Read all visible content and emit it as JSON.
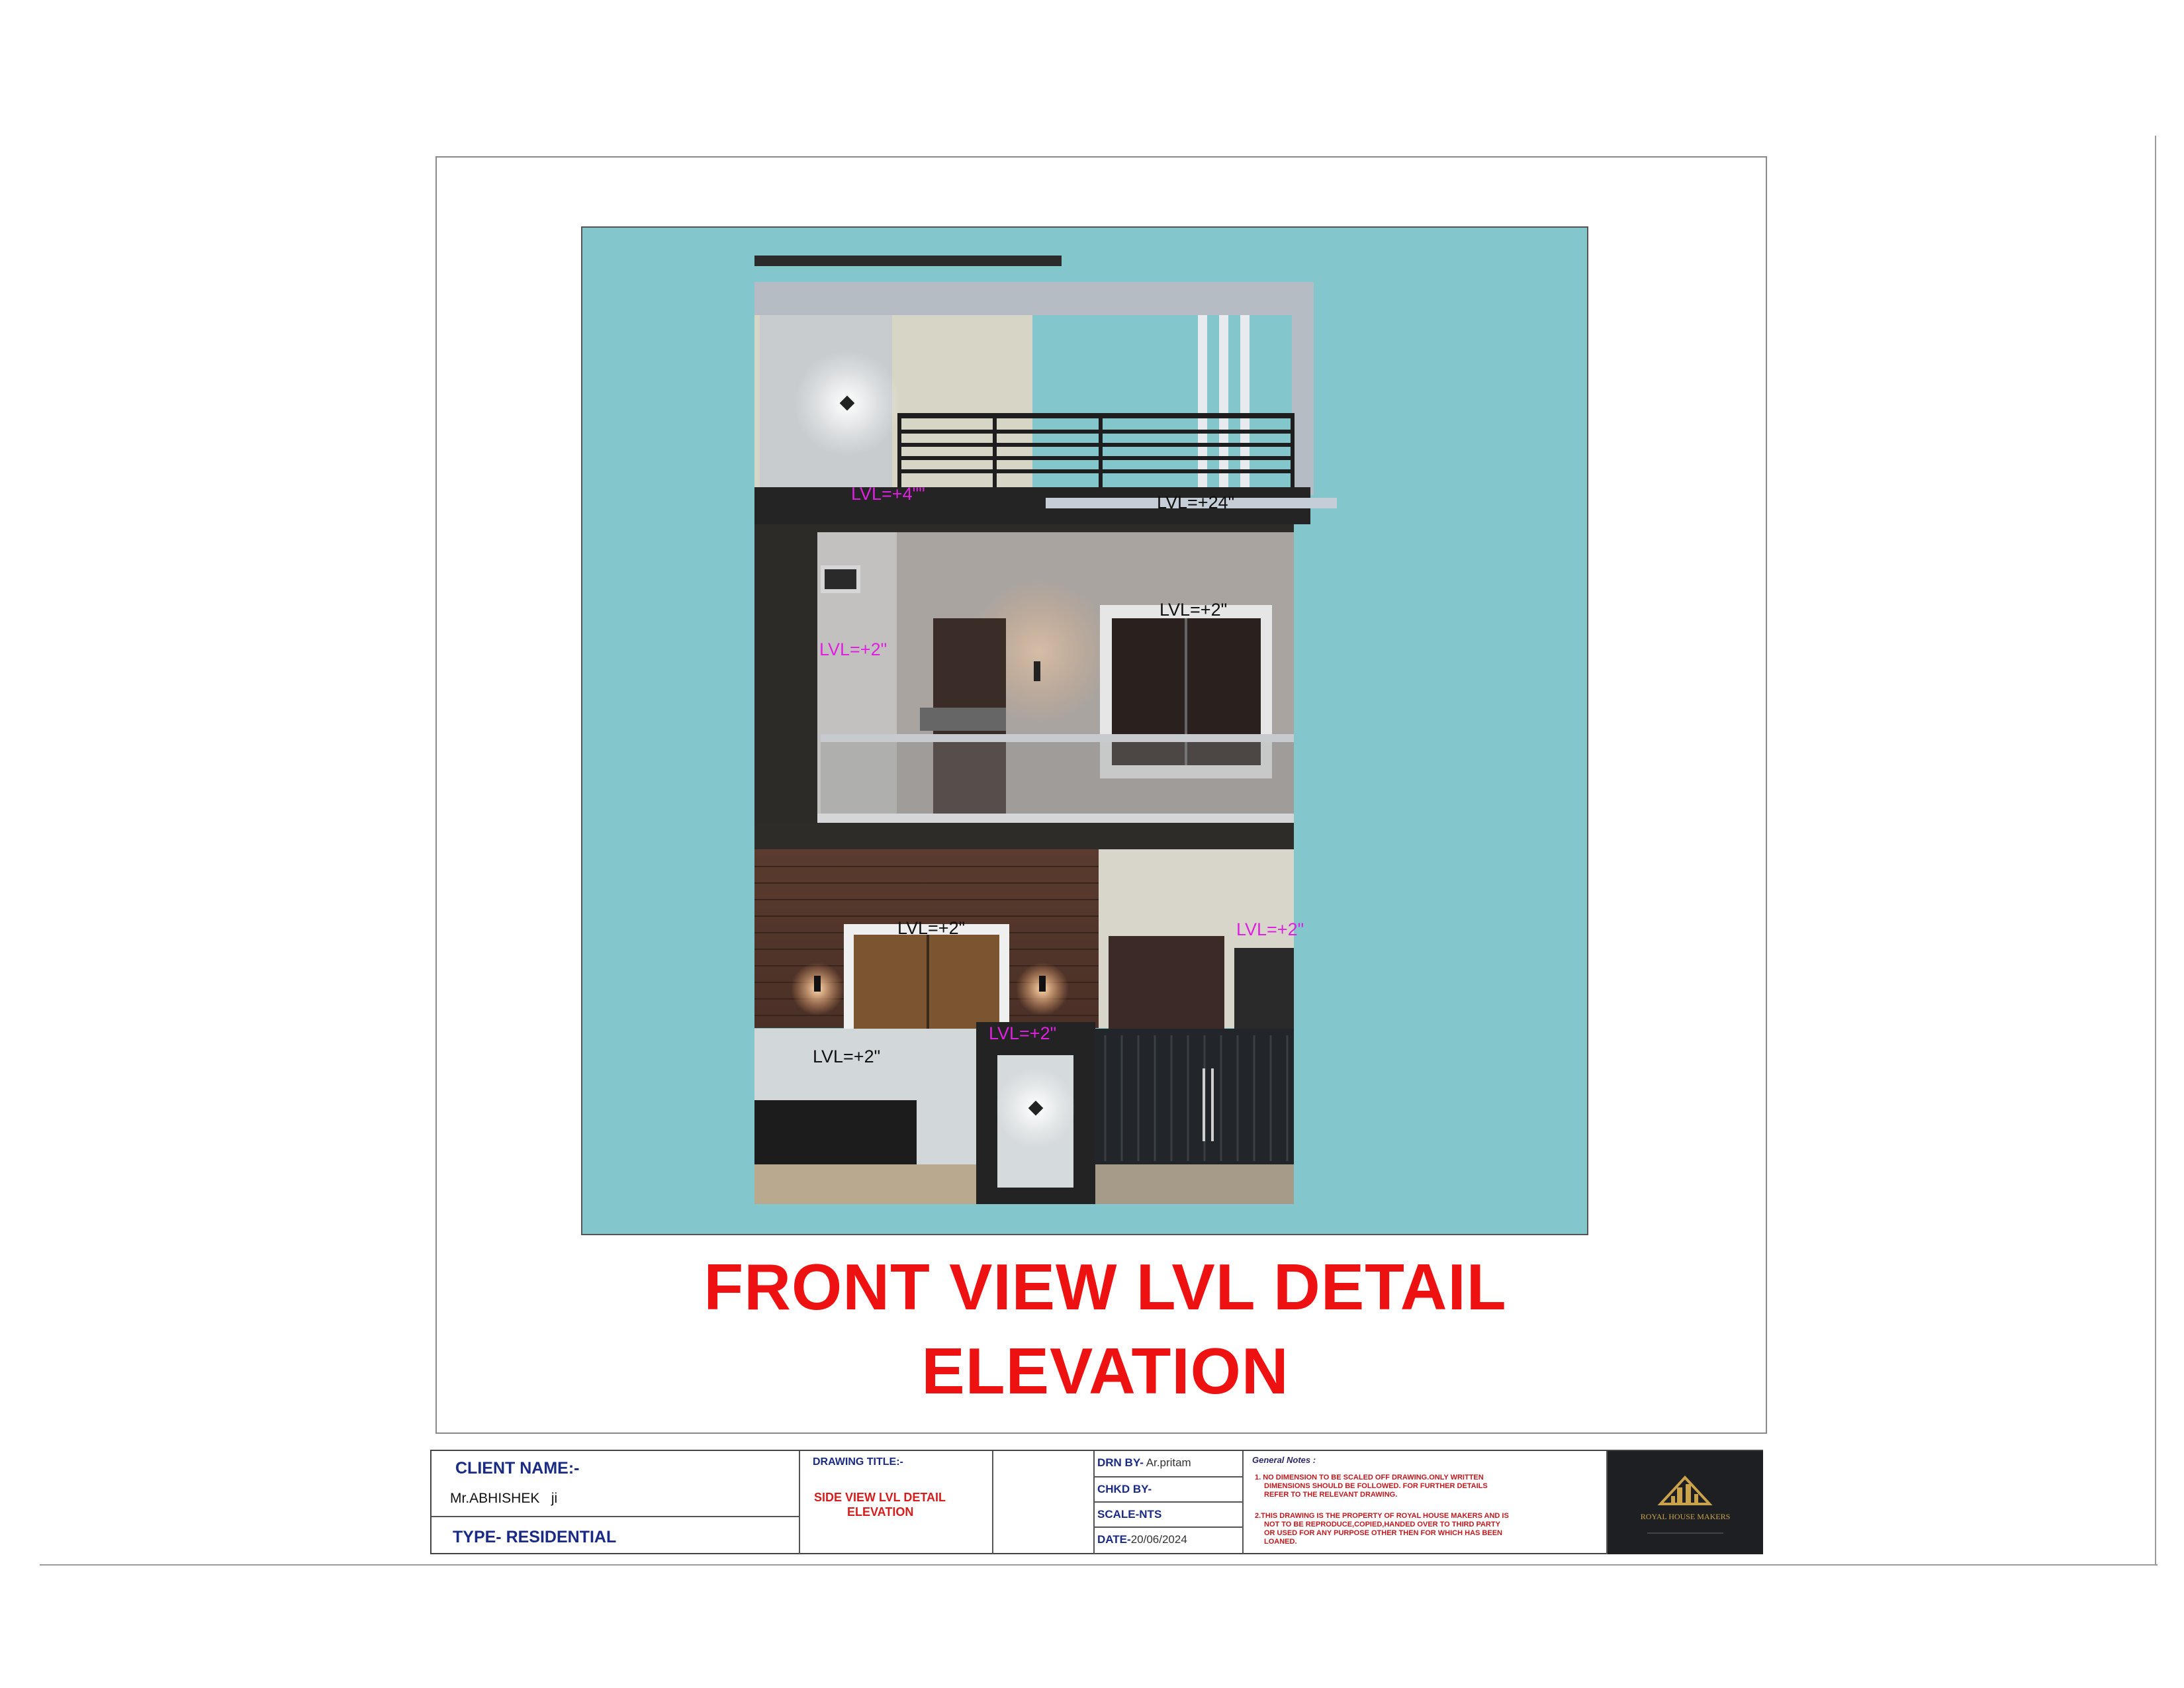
{
  "sheet": {
    "main_title_line1": "FRONT VIEW LVL DETAIL",
    "main_title_line2": "ELEVATION",
    "level_labels": {
      "terrace_left": "LVL=+4\"\"",
      "terrace_right": "LVL=+24\"",
      "first_left": "LVL=+2\"",
      "first_window": "LVL=+2\"",
      "ground_window": "LVL=+2\"",
      "ground_right": "LVL=+2\"",
      "ground_entry": "LVL=+2\"",
      "ground_left": "LVL=+2\""
    },
    "colors": {
      "sky": "#83c6cb",
      "title_red": "#ee1111",
      "label_magenta": "#e020e0",
      "navy": "#1a2b86"
    }
  },
  "title_block": {
    "client_label": "CLIENT NAME:-",
    "client_name": "Mr.ABHISHEK   ji",
    "type_label": "TYPE-",
    "type_value": "RESIDENTIAL",
    "drawing_title_label": "DRAWING TITLE:-",
    "drawing_title_line1": "SIDE VIEW LVL DETAIL",
    "drawing_title_line2": "ELEVATION",
    "drn_label": "DRN BY-",
    "drn_value": "Ar.pritam",
    "chkd_label": "CHKD BY-",
    "scale_label": "SCALE-",
    "scale_value": "NTS",
    "date_label": "DATE-",
    "date_value": "20/06/2024",
    "notes_label": "General Notes :",
    "note1_line1": "1. NO DIMENSION TO BE SCALED OFF DRAWING.ONLY WRITTEN",
    "note1_line2": "DIMENSIONS SHOULD BE FOLLOWED. FOR FURTHER DETAILS",
    "note1_line3": "REFER TO THE RELEVANT DRAWING.",
    "note2_line1": "2.THIS DRAWING IS THE PROPERTY OF ROYAL HOUSE MAKERS AND IS",
    "note2_line2": "NOT TO BE REPRODUCE,COPIED,HANDED OVER TO THIRD PARTY",
    "note2_line3": "OR USED FOR ANY PURPOSE OTHER THEN FOR WHICH HAS BEEN",
    "note2_line4": "LOANED.",
    "logo_text": "ROYAL HOUSE MAKERS"
  }
}
